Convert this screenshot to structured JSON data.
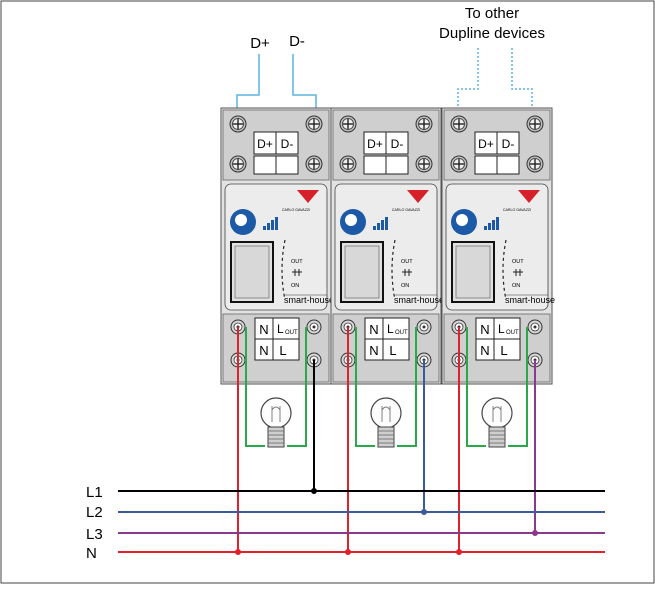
{
  "bus_labels": {
    "d_plus": "D+",
    "d_minus": "D-"
  },
  "other_devices": {
    "line1": "To other",
    "line2": "Dupline devices"
  },
  "module": {
    "brand": "CARLO GAVAZZI",
    "product": "smart-house",
    "terminal_d_plus": "D+",
    "terminal_d_minus": "D-",
    "switch_out": "OUT",
    "switch_on": "ON",
    "terminal_n": "N",
    "terminal_l": "L",
    "terminal_lout": "L",
    "terminal_lout_sub": "OUT"
  },
  "lines": [
    {
      "label": "L1",
      "color": "#000000"
    },
    {
      "label": "L2",
      "color": "#3a5a9a"
    },
    {
      "label": "L3",
      "color": "#8b3a8b"
    },
    {
      "label": "N",
      "color": "#e0202a"
    }
  ],
  "colors": {
    "bus": "#5bb4dd",
    "load_wire": "#2aa84a",
    "brand_red": "#d6202a",
    "module_body": "#e4e4e4"
  }
}
